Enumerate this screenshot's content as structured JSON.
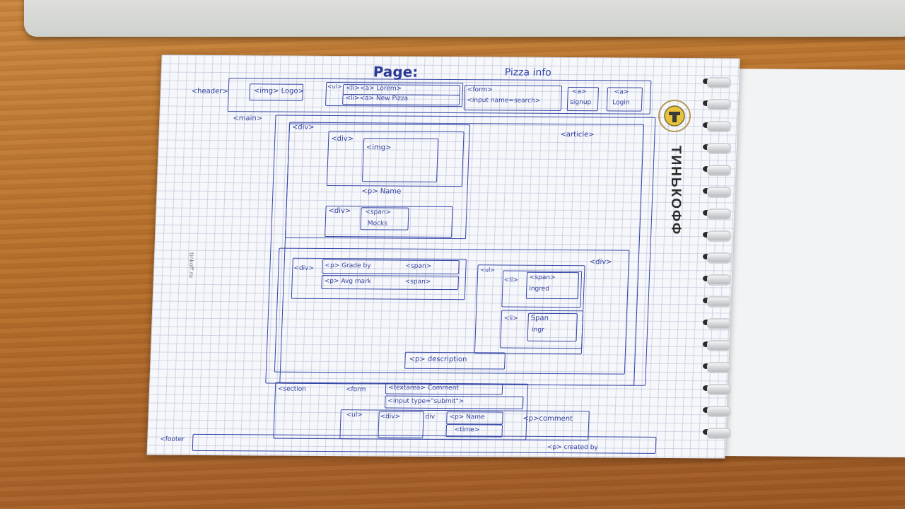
{
  "sketch": {
    "title": "Page:",
    "subtitle": "Pizza info",
    "brand": "ТИНЬКОФФ",
    "side_url": "tinkoff.ru",
    "header": {
      "label": "<header>",
      "logo": "<img> Logo>",
      "ul": "<ul>",
      "nav1": "<li><a> Lorem>",
      "nav2": "<li><a> New Pizza",
      "form": "<form>",
      "input": "<input name=search>",
      "signup_tag": "<a>",
      "signup": "signup",
      "login_tag": "<a>",
      "login": "Login"
    },
    "main": {
      "label": "<main>",
      "article": "<article>",
      "div1": "<div>",
      "div_img": "<div>",
      "img": "<img>",
      "name": "<p> Name",
      "div_span": "<div>",
      "span": "<span>",
      "span_text": "Mocks",
      "div_rating": "<div>",
      "p_grade": "<p> Grade by",
      "span_grade": "<span>",
      "p_avg": "<p> Avg mark",
      "span_avg": "<span>",
      "div_outer": "<div>",
      "ul_ingr": "<ul>",
      "li1": "<li>",
      "span_ingr1": "<span>",
      "ingr1_text": "ingred",
      "li2": "<li>",
      "span_ingr2": "Span",
      "ingr2_text": "ingr",
      "description": "<p> description"
    },
    "section": {
      "label": "<section",
      "form": "<form",
      "textarea": "<textarea> Comment",
      "input_submit": "<input type=\"submit\">",
      "ul": "<ul>",
      "li_div": "<div>",
      "div2": "div",
      "p_name": "<p> Name",
      "time": "<time>",
      "p_comment": "<p>comment"
    },
    "footer": {
      "label": "<footer",
      "created": "<p> created by"
    }
  }
}
